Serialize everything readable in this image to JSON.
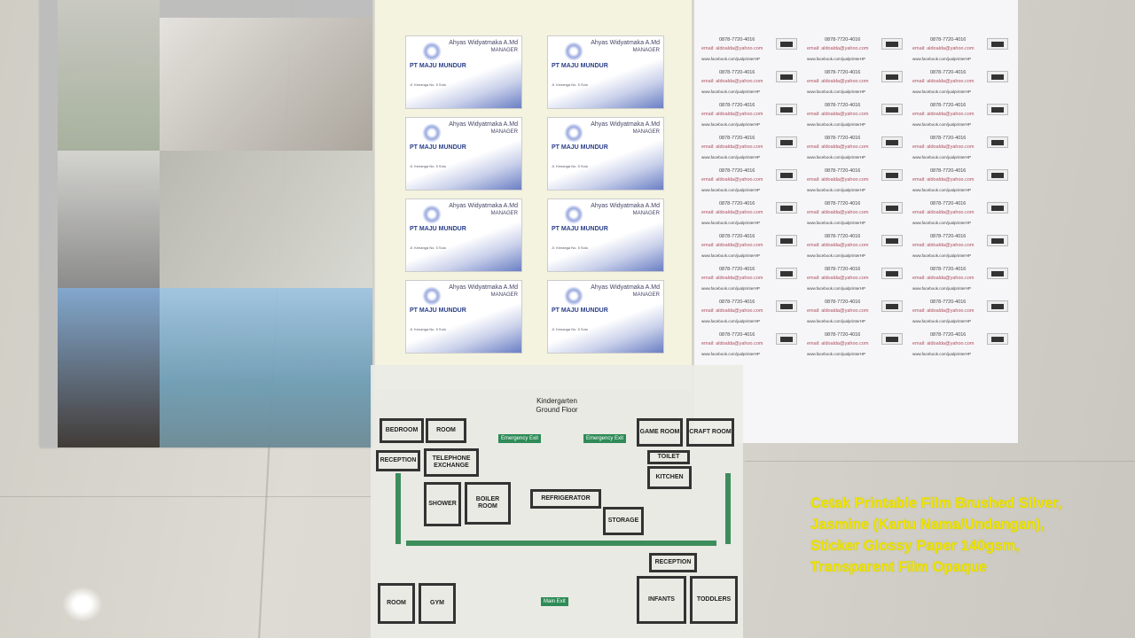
{
  "business_card": {
    "name": "Ahyas Widyatmaka A.Md",
    "role": "MANAGER",
    "company": "PT MAJU MUNDUR",
    "address": "Jl. Kenanga No. 5 Solo"
  },
  "sticker_label": {
    "phone": "0878-7720-4016",
    "email": "email: aldoalda@yahoo.com",
    "facebook": "www.facebook.com/jualprinterHP"
  },
  "floor_plan": {
    "title": "Kindergarten",
    "subtitle": "Ground Floor",
    "rooms": [
      "BEDROOM",
      "ROOM",
      "GAME ROOM",
      "CRAFT ROOM",
      "RECEPTION",
      "TELEPHONE EXCHANGE",
      "TOILET",
      "KITCHEN",
      "SHOWER",
      "BOILER ROOM",
      "REFRIGERATOR",
      "STORAGE",
      "RECEPTION",
      "INFANTS",
      "TODDLERS",
      "ROOM",
      "GYM"
    ],
    "exits": [
      "Emergency Exit",
      "Emergency Exit",
      "Main Exit"
    ]
  },
  "caption": [
    "Cetak Printable Film Brushed Silver,",
    "Jasmine (Kartu Nama/Undangan),",
    "Sticker Glossy Paper 140gsm,",
    "Transparent Film Opaque"
  ]
}
